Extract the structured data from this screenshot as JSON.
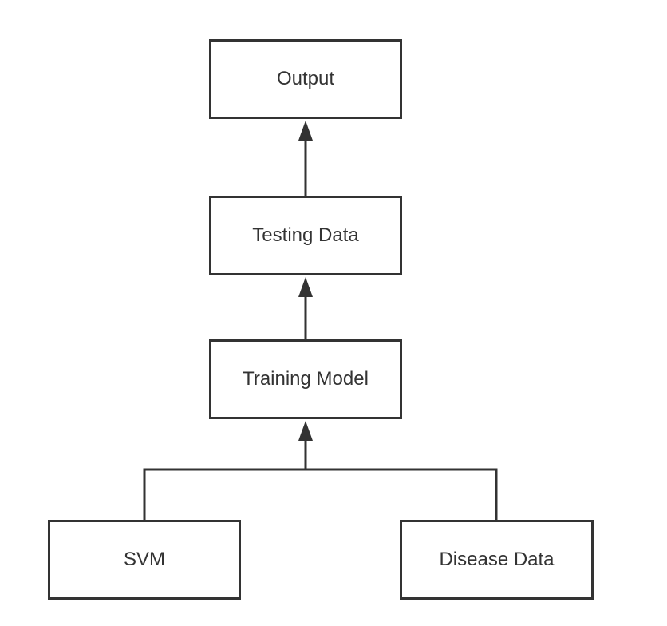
{
  "nodes": {
    "output": "Output",
    "testing_data": "Testing Data",
    "training_model": "Training Model",
    "svm": "SVM",
    "disease_data": "Disease Data"
  },
  "edges": [
    {
      "from": "testing_data",
      "to": "output"
    },
    {
      "from": "training_model",
      "to": "testing_data"
    },
    {
      "from": "svm",
      "to": "training_model"
    },
    {
      "from": "disease_data",
      "to": "training_model"
    }
  ],
  "colors": {
    "stroke": "#333333",
    "text": "#333333",
    "background": "#ffffff"
  }
}
